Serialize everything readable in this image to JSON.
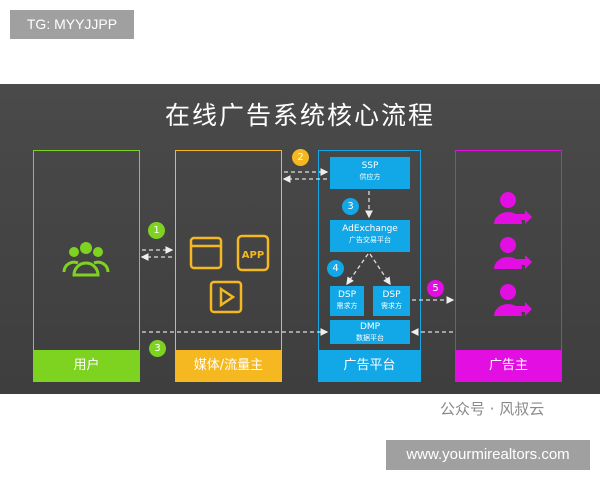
{
  "watermark_top": "TG: MYYJJPP",
  "title": "在线广告系统核心流程",
  "columns": {
    "user": "用户",
    "media": "媒体/流量主",
    "platform": "广告平台",
    "advertiser": "广告主"
  },
  "boxes": {
    "ssp": {
      "name": "SSP",
      "sub": "供应方"
    },
    "adx": {
      "name": "AdExchange",
      "sub": "广告交易平台"
    },
    "dsp1": {
      "name": "DSP",
      "sub": "需求方"
    },
    "dsp2": {
      "name": "DSP",
      "sub": "需求方"
    },
    "dmp": {
      "name": "DMP",
      "sub": "数据平台"
    }
  },
  "media_icons": {
    "app": "APP"
  },
  "steps": [
    "1",
    "2",
    "3",
    "4",
    "5",
    "3"
  ],
  "colors": {
    "user": "#7ed321",
    "media": "#f5b820",
    "platform": "#12a7e6",
    "advertiser": "#e20ee2"
  },
  "watermark": "公众号 · 风叔云",
  "url": "www.yourmirealtors.com"
}
